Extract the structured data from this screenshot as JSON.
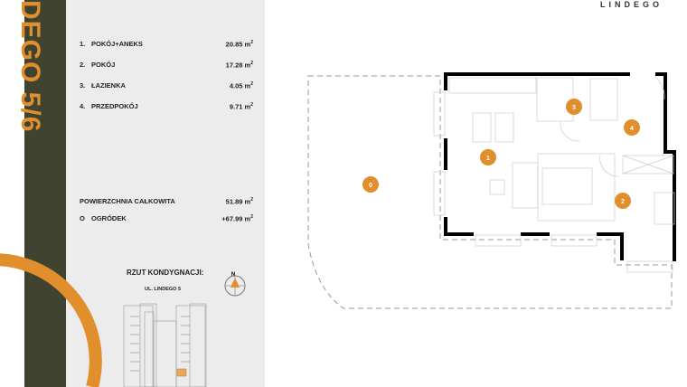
{
  "title": "DEGO 5/6",
  "brand": "LINDEGO",
  "rooms": [
    {
      "num": "1.",
      "name": "POKÓJ+ANEKS",
      "area": "20.85",
      "unit": "m",
      "sup": "2"
    },
    {
      "num": "2.",
      "name": "POKÓJ",
      "area": "17.28",
      "unit": "m",
      "sup": "2"
    },
    {
      "num": "3.",
      "name": "ŁAZIENKA",
      "area": "4.05",
      "unit": "m",
      "sup": "2"
    },
    {
      "num": "4.",
      "name": "PRZEDPOKÓJ",
      "area": "9.71",
      "unit": "m",
      "sup": "2"
    }
  ],
  "total": {
    "label": "POWIERZCHNIA CAŁKOWITA",
    "area": "51.89",
    "unit": "m",
    "sup": "2"
  },
  "garden": {
    "num": "O",
    "label": "OGRÓDEK",
    "area": "+67.99",
    "unit": "m",
    "sup": "2"
  },
  "floor_plan_title": "RZUT KONDYGNACJI:",
  "street": "UL. LINDEGO 5",
  "compass_label": "N",
  "markers": [
    "0",
    "1",
    "2",
    "3",
    "4"
  ],
  "colors": {
    "accent": "#e08f2c",
    "strip": "#3f4330",
    "panel": "#ececec"
  }
}
